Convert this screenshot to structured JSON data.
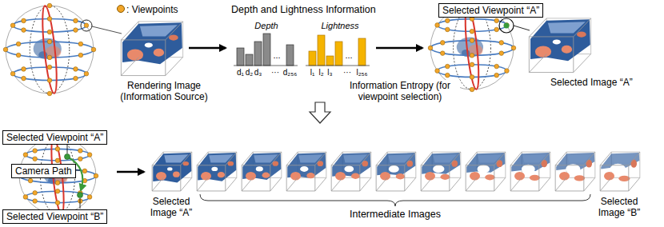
{
  "diagram": {
    "nodes": [
      {
        "text": [
          "Selected Viewpoint “A”"
        ]
      },
      {
        "text": [
          "Selected Viewpoint “A”"
        ]
      },
      {
        "text": [
          "Camera Path"
        ]
      },
      {
        "text": [
          "Selected Viewpoint “B”"
        ]
      }
    ],
    "labels": [
      "Rendering Image (Information Source)",
      "Depth and Lightness Information",
      "Depth",
      "Lightness",
      "...",
      "...",
      "d₁",
      "d₂",
      "d₃",
      "···",
      "d₂₅₆",
      "l₁",
      "l₂",
      "l₃",
      "···",
      "l₂₅₆",
      "Information Entropy (for viewpoint selection)",
      "Selected Image “A”",
      "Selected Image “A”",
      "Intermediate Images",
      "Selected Image “B”"
    ],
    "legend": [
      {
        "text": ": Viewpoints",
        "color": "#f2a62a"
      }
    ]
  }
}
